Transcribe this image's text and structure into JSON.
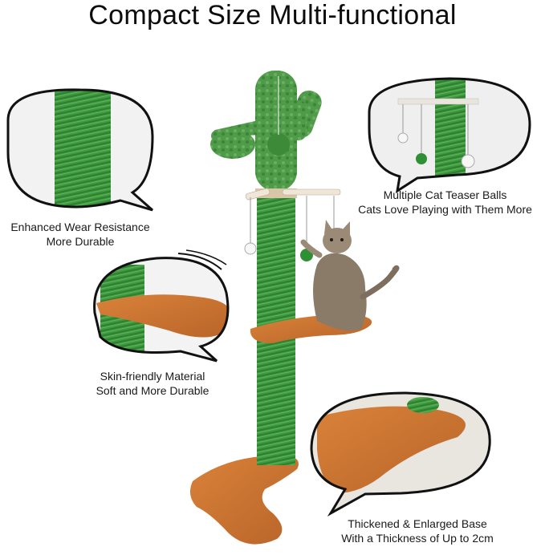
{
  "title": "Compact Size  Multi-functional",
  "features": [
    {
      "line1": "Enhanced Wear Resistance",
      "line2": "More Durable"
    },
    {
      "line1": "Multiple Cat Teaser Balls",
      "line2": "Cats Love Playing with Them More"
    },
    {
      "line1": "Skin-friendly Material",
      "line2": "Soft and More Durable"
    },
    {
      "line1": "Thickened & Enlarged Base",
      "line2": "With a Thickness of Up to 2cm"
    }
  ],
  "colors": {
    "sisal": "#3f9a3f",
    "cactus": "#4f9b4a",
    "plush": "#c9722f",
    "bubble_border": "#111111"
  }
}
